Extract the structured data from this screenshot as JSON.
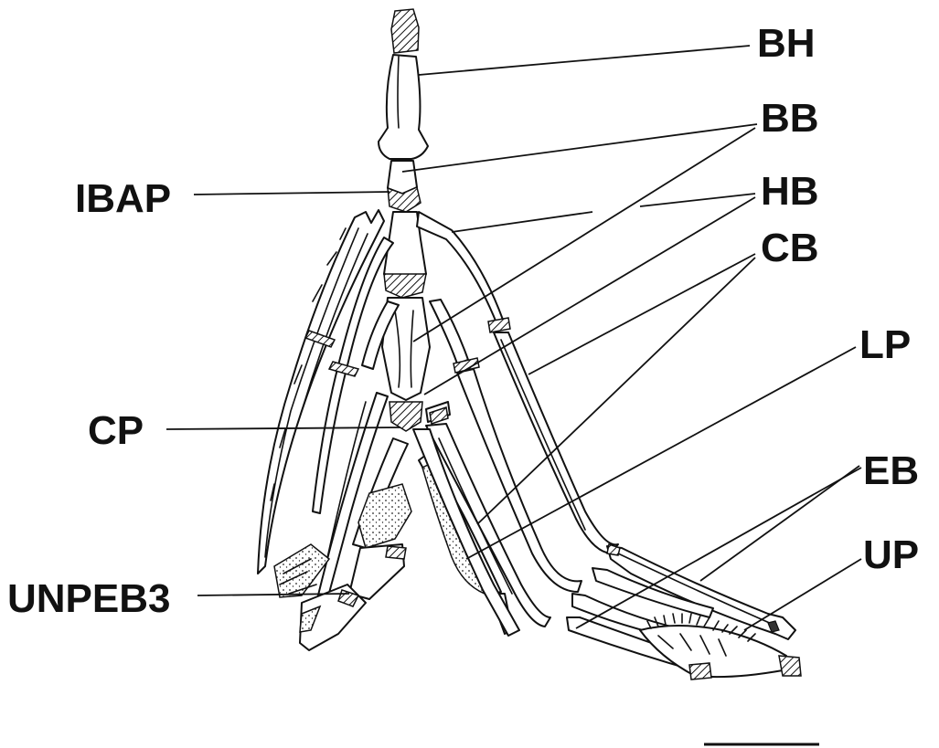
{
  "labels": {
    "bh": "BH",
    "bb": "BB",
    "hb": "HB",
    "cb": "CB",
    "lp": "LP",
    "eb": "EB",
    "up": "UP",
    "ibap": "IBAP",
    "cp": "CP",
    "unpeb3": "UNPEB3"
  }
}
